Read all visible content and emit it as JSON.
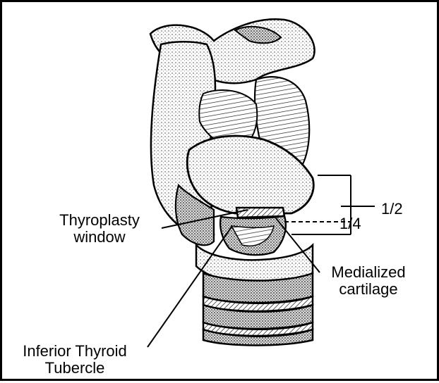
{
  "labels": {
    "thyroplasty_window": [
      "Thyroplasty",
      "window"
    ],
    "medialized_cartilage": [
      "Medialized",
      "cartilage"
    ],
    "inferior_thyroid_tubercle": [
      "Inferior Thyroid",
      "Tubercle"
    ],
    "half": "1/2",
    "quarter": "1/4"
  },
  "colors": {
    "ink": "#000000",
    "background": "#ffffff",
    "stipple": "#555555"
  }
}
